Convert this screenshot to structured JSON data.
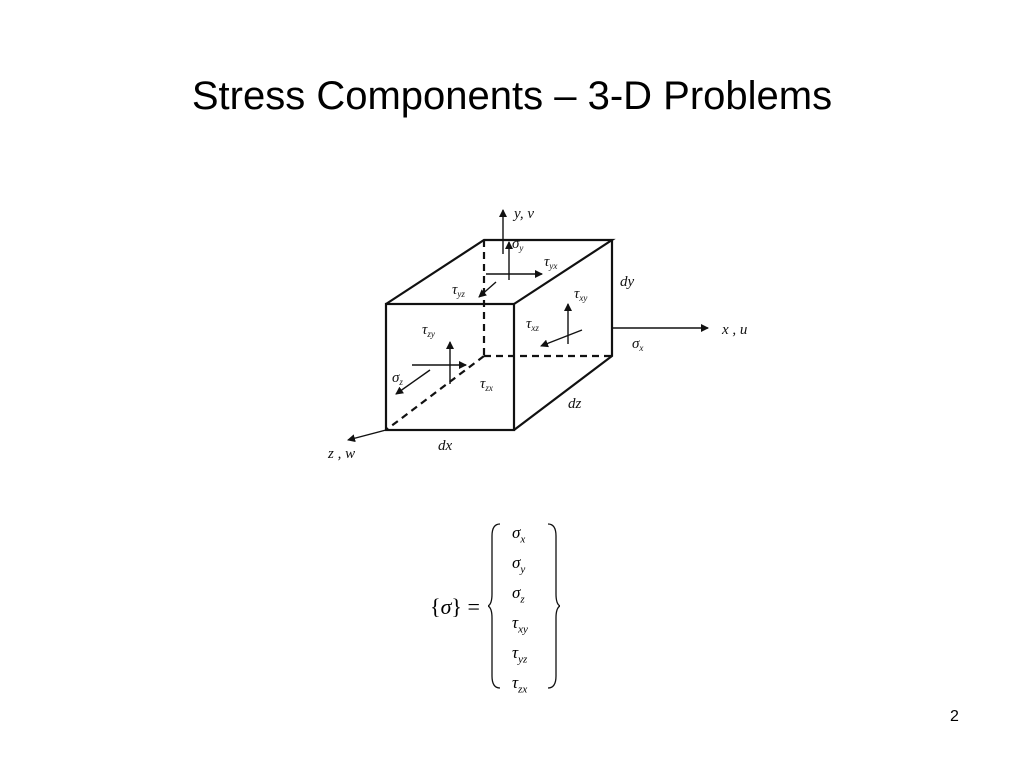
{
  "slide": {
    "title": "Stress Components – 3-D Problems",
    "page_number": "2"
  },
  "figure": {
    "axis_y": "y, v",
    "axis_x": "x , u",
    "axis_z": "z , w",
    "dim_dx": "dx",
    "dim_dy": "dy",
    "dim_dz": "dz",
    "labels": {
      "sigma_y": {
        "sym": "σ",
        "sub": "y"
      },
      "tau_yx": {
        "sym": "τ",
        "sub": "yx"
      },
      "tau_yz": {
        "sym": "τ",
        "sub": "yz"
      },
      "tau_xy": {
        "sym": "τ",
        "sub": "xy"
      },
      "tau_xz": {
        "sym": "τ",
        "sub": "xz"
      },
      "sigma_x": {
        "sym": "σ",
        "sub": "x"
      },
      "tau_zy": {
        "sym": "τ",
        "sub": "zy"
      },
      "sigma_z": {
        "sym": "σ",
        "sub": "z"
      },
      "tau_zx": {
        "sym": "τ",
        "sub": "zx"
      }
    }
  },
  "equation": {
    "lhs_open": "{",
    "lhs_symbol": "σ",
    "lhs_close": "} =",
    "entries": [
      {
        "sym": "σ",
        "sub": "x"
      },
      {
        "sym": "σ",
        "sub": "y"
      },
      {
        "sym": "σ",
        "sub": "z"
      },
      {
        "sym": "τ",
        "sub": "xy"
      },
      {
        "sym": "τ",
        "sub": "yz"
      },
      {
        "sym": "τ",
        "sub": "zx"
      }
    ]
  }
}
